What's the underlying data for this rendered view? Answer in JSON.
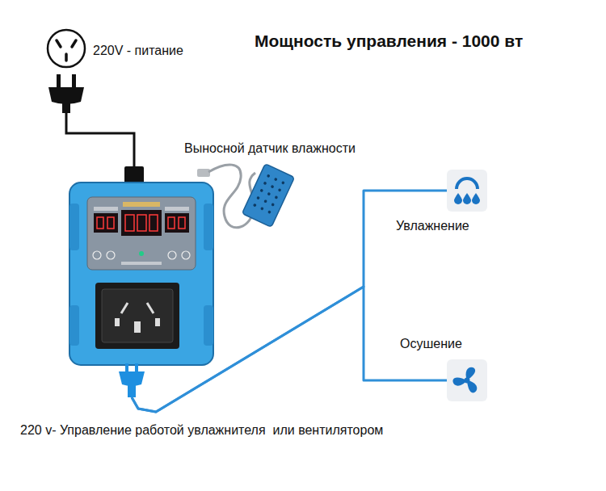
{
  "diagram": {
    "title": "Мощность управления - 1000 вт",
    "nodes": [
      {
        "text": [
          "Увлажнение"
        ]
      },
      {
        "text": [
          "Осушение"
        ]
      },
      {
        "text": [
          "220 v- Управление работой увлажнителя  или вентилятором"
        ]
      }
    ],
    "edges": [
      {
        "from": 2,
        "to": 0,
        "arrow": "none"
      },
      {
        "from": 2,
        "to": 1,
        "arrow": "none"
      }
    ],
    "labels": [
      "220V - питание",
      "Выносной датчик влажности"
    ]
  }
}
